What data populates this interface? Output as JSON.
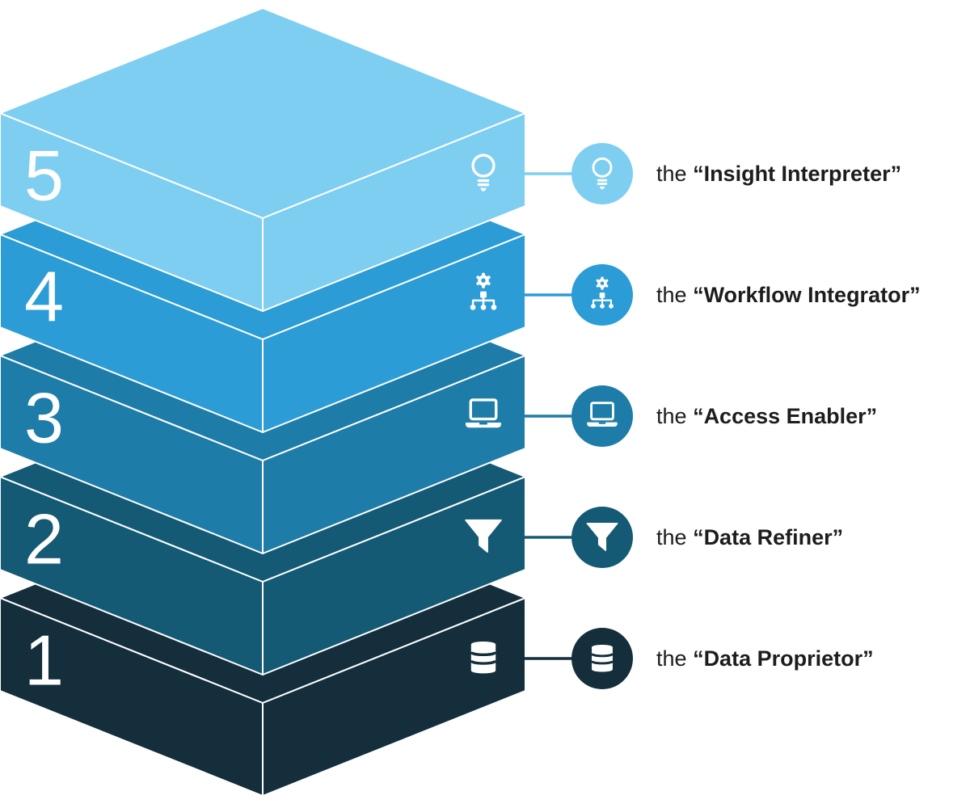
{
  "colors": {
    "background": "#ffffff",
    "text": "#1d1d1f",
    "edge_stroke": "#ffffff"
  },
  "layers": [
    {
      "number": "5",
      "label_prefix": "the",
      "label_name": "“Insight Interpreter”",
      "color": "#7ecef2",
      "icon": "lightbulb-icon"
    },
    {
      "number": "4",
      "label_prefix": "the",
      "label_name": "“Workflow Integrator”",
      "color": "#2b9cd6",
      "icon": "workflow-icon"
    },
    {
      "number": "3",
      "label_prefix": "the",
      "label_name": "“Access Enabler”",
      "color": "#1e7ca9",
      "icon": "laptop-icon"
    },
    {
      "number": "2",
      "label_prefix": "the",
      "label_name": "“Data Refiner”",
      "color": "#155a75",
      "icon": "funnel-icon"
    },
    {
      "number": "1",
      "label_prefix": "the",
      "label_name": "“Data Proprietor”",
      "color": "#142e3c",
      "icon": "database-icon"
    }
  ]
}
